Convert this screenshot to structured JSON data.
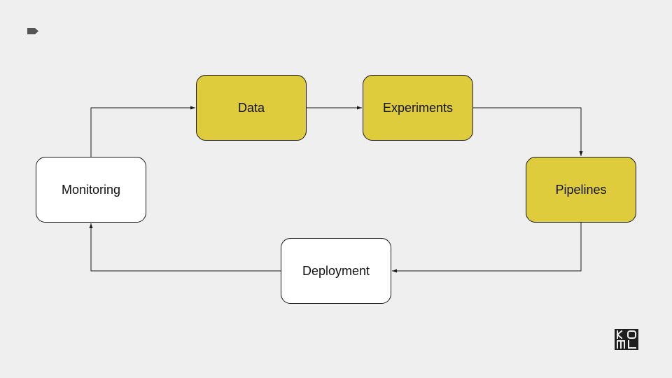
{
  "colors": {
    "background": "#efefef",
    "highlight": "#decc3c",
    "plain": "#ffffff",
    "stroke": "#1a1a1a"
  },
  "icons": {
    "corner_marker": "tag-icon",
    "brand": "koml-logo"
  },
  "nodes": [
    {
      "id": "data",
      "label": "Data",
      "highlighted": true
    },
    {
      "id": "experiments",
      "label": "Experiments",
      "highlighted": true
    },
    {
      "id": "pipelines",
      "label": "Pipelines",
      "highlighted": true
    },
    {
      "id": "deployment",
      "label": "Deployment",
      "highlighted": false
    },
    {
      "id": "monitoring",
      "label": "Monitoring",
      "highlighted": false
    }
  ],
  "edges": [
    {
      "from": "data",
      "to": "experiments"
    },
    {
      "from": "experiments",
      "to": "pipelines"
    },
    {
      "from": "pipelines",
      "to": "deployment"
    },
    {
      "from": "deployment",
      "to": "monitoring"
    },
    {
      "from": "monitoring",
      "to": "data"
    }
  ],
  "logo_text": "KOML"
}
